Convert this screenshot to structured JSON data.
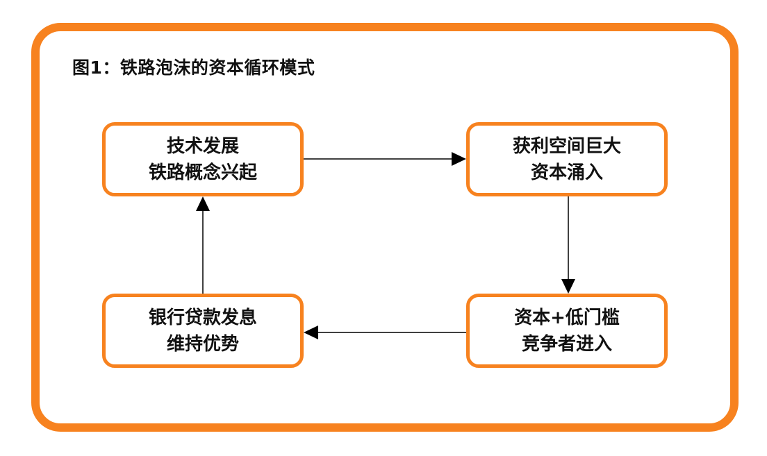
{
  "diagram": {
    "title": "图1：铁路泡沫的资本循环模式",
    "colors": {
      "accent": "#f7821f",
      "text": "#111111",
      "arrow": "#000000"
    },
    "nodes": [
      {
        "id": "tl",
        "lines": [
          "技术发展",
          "铁路概念兴起"
        ]
      },
      {
        "id": "tr",
        "lines": [
          "获利空间巨大",
          "资本涌入"
        ]
      },
      {
        "id": "br",
        "lines": [
          "资本+低门槛",
          "竞争者进入"
        ]
      },
      {
        "id": "bl",
        "lines": [
          "银行贷款发息",
          "维持优势"
        ]
      }
    ],
    "edges": [
      {
        "from": "tl",
        "to": "tr"
      },
      {
        "from": "tr",
        "to": "br"
      },
      {
        "from": "br",
        "to": "bl"
      },
      {
        "from": "bl",
        "to": "tl"
      }
    ]
  }
}
